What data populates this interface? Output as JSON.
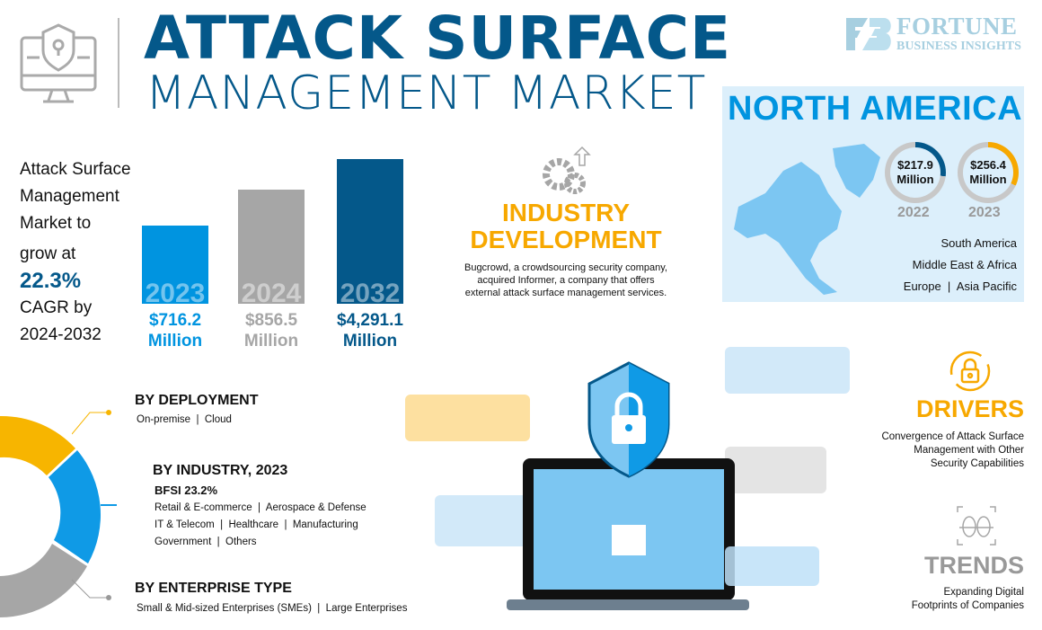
{
  "header": {
    "title_line1": "ATTACK SURFACE",
    "title_line2": "MANAGEMENT MARKET",
    "icon": "monitor-shield-lock-icon"
  },
  "logo": {
    "line1": "FORTUNE",
    "line2": "BUSINESS INSIGHTS",
    "mark": "FB"
  },
  "intro": {
    "l1": "Attack Surface",
    "l2": "Management",
    "l3": "Market to",
    "l4": "grow at",
    "cagr": "22.3%",
    "l5": "CAGR by",
    "l6": "2024-2032"
  },
  "chart_data": {
    "type": "bar",
    "title": "Attack Surface Management Market",
    "categories": [
      "2023",
      "2024",
      "2032"
    ],
    "values": [
      716.2,
      856.5,
      4291.1
    ],
    "value_labels": [
      "$716.2 Million",
      "$856.5 Million",
      "$4,291.1 Million"
    ],
    "unit": "USD Million",
    "colors": [
      "#0094e0",
      "#a6a6a6",
      "#04588a"
    ],
    "cagr": "22.3%",
    "cagr_period": "2024-2032"
  },
  "bars": [
    {
      "year": "2023",
      "val": "$716.2",
      "unit": "Million"
    },
    {
      "year": "2024",
      "val": "$856.5",
      "unit": "Million"
    },
    {
      "year": "2032",
      "val": "$4,291.1",
      "unit": "Million"
    }
  ],
  "industry_dev": {
    "title1": "INDUSTRY",
    "title2": "DEVELOPMENT",
    "l1": "Bugcrowd, a crowdsourcing security company,",
    "l2": "acquired Informer, a company that offers",
    "l3": "external attack surface management services."
  },
  "north_america": {
    "title": "NORTH AMERICA",
    "r1_val": "$217.9",
    "r1_unit": "Million",
    "r1_year": "2022",
    "r2_val": "$256.4",
    "r2_unit": "Million",
    "r2_year": "2023",
    "regions": [
      "South America",
      "Middle East & Africa",
      "Europe  |  Asia Pacific"
    ]
  },
  "segments": {
    "dep_h": "BY DEPLOYMENT",
    "dep_t": "On-premise  |  Cloud",
    "ind_h": "BY INDUSTRY, 2023",
    "ind_lead": "BFSI 23.2%",
    "ind_t1": "Retail & E-commerce  |  Aerospace & Defense",
    "ind_t2": "IT & Telecom  |  Healthcare  |  Manufacturing",
    "ind_t3": "Government  |  Others",
    "ent_h": "BY ENTERPRISE TYPE",
    "ent_t": "Small & Mid-sized Enterprises (SMEs)  |  Large Enterprises"
  },
  "drivers": {
    "title": "DRIVERS",
    "l1": "Convergence of Attack Surface",
    "l2": "Management with Other",
    "l3": "Security Capabilities"
  },
  "trends": {
    "title": "TRENDS",
    "l1": "Expanding Digital",
    "l2": "Footprints of Companies"
  }
}
